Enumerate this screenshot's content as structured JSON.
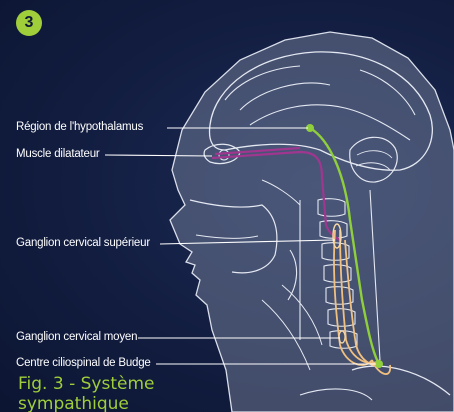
{
  "figure": {
    "badge_number": "3",
    "labels": {
      "hypothalamus": "Région de l'hypothalamus",
      "dilator": "Muscle dilatateur",
      "superior_ganglion": "Ganglion cervical supérieur",
      "middle_ganglion": "Ganglion cervical moyen",
      "budge_center": "Centre ciliospinal de Budge"
    },
    "caption_line1": "Fig. 3 - Système",
    "caption_line2": "sympathique",
    "colors": {
      "background": "#121d40",
      "head": "#8a93ab",
      "green_pathway": "#8fcf3c",
      "purple_pathway": "#a0368f",
      "orange_pathway": "#f0c080",
      "accent": "#9fce3a"
    }
  }
}
